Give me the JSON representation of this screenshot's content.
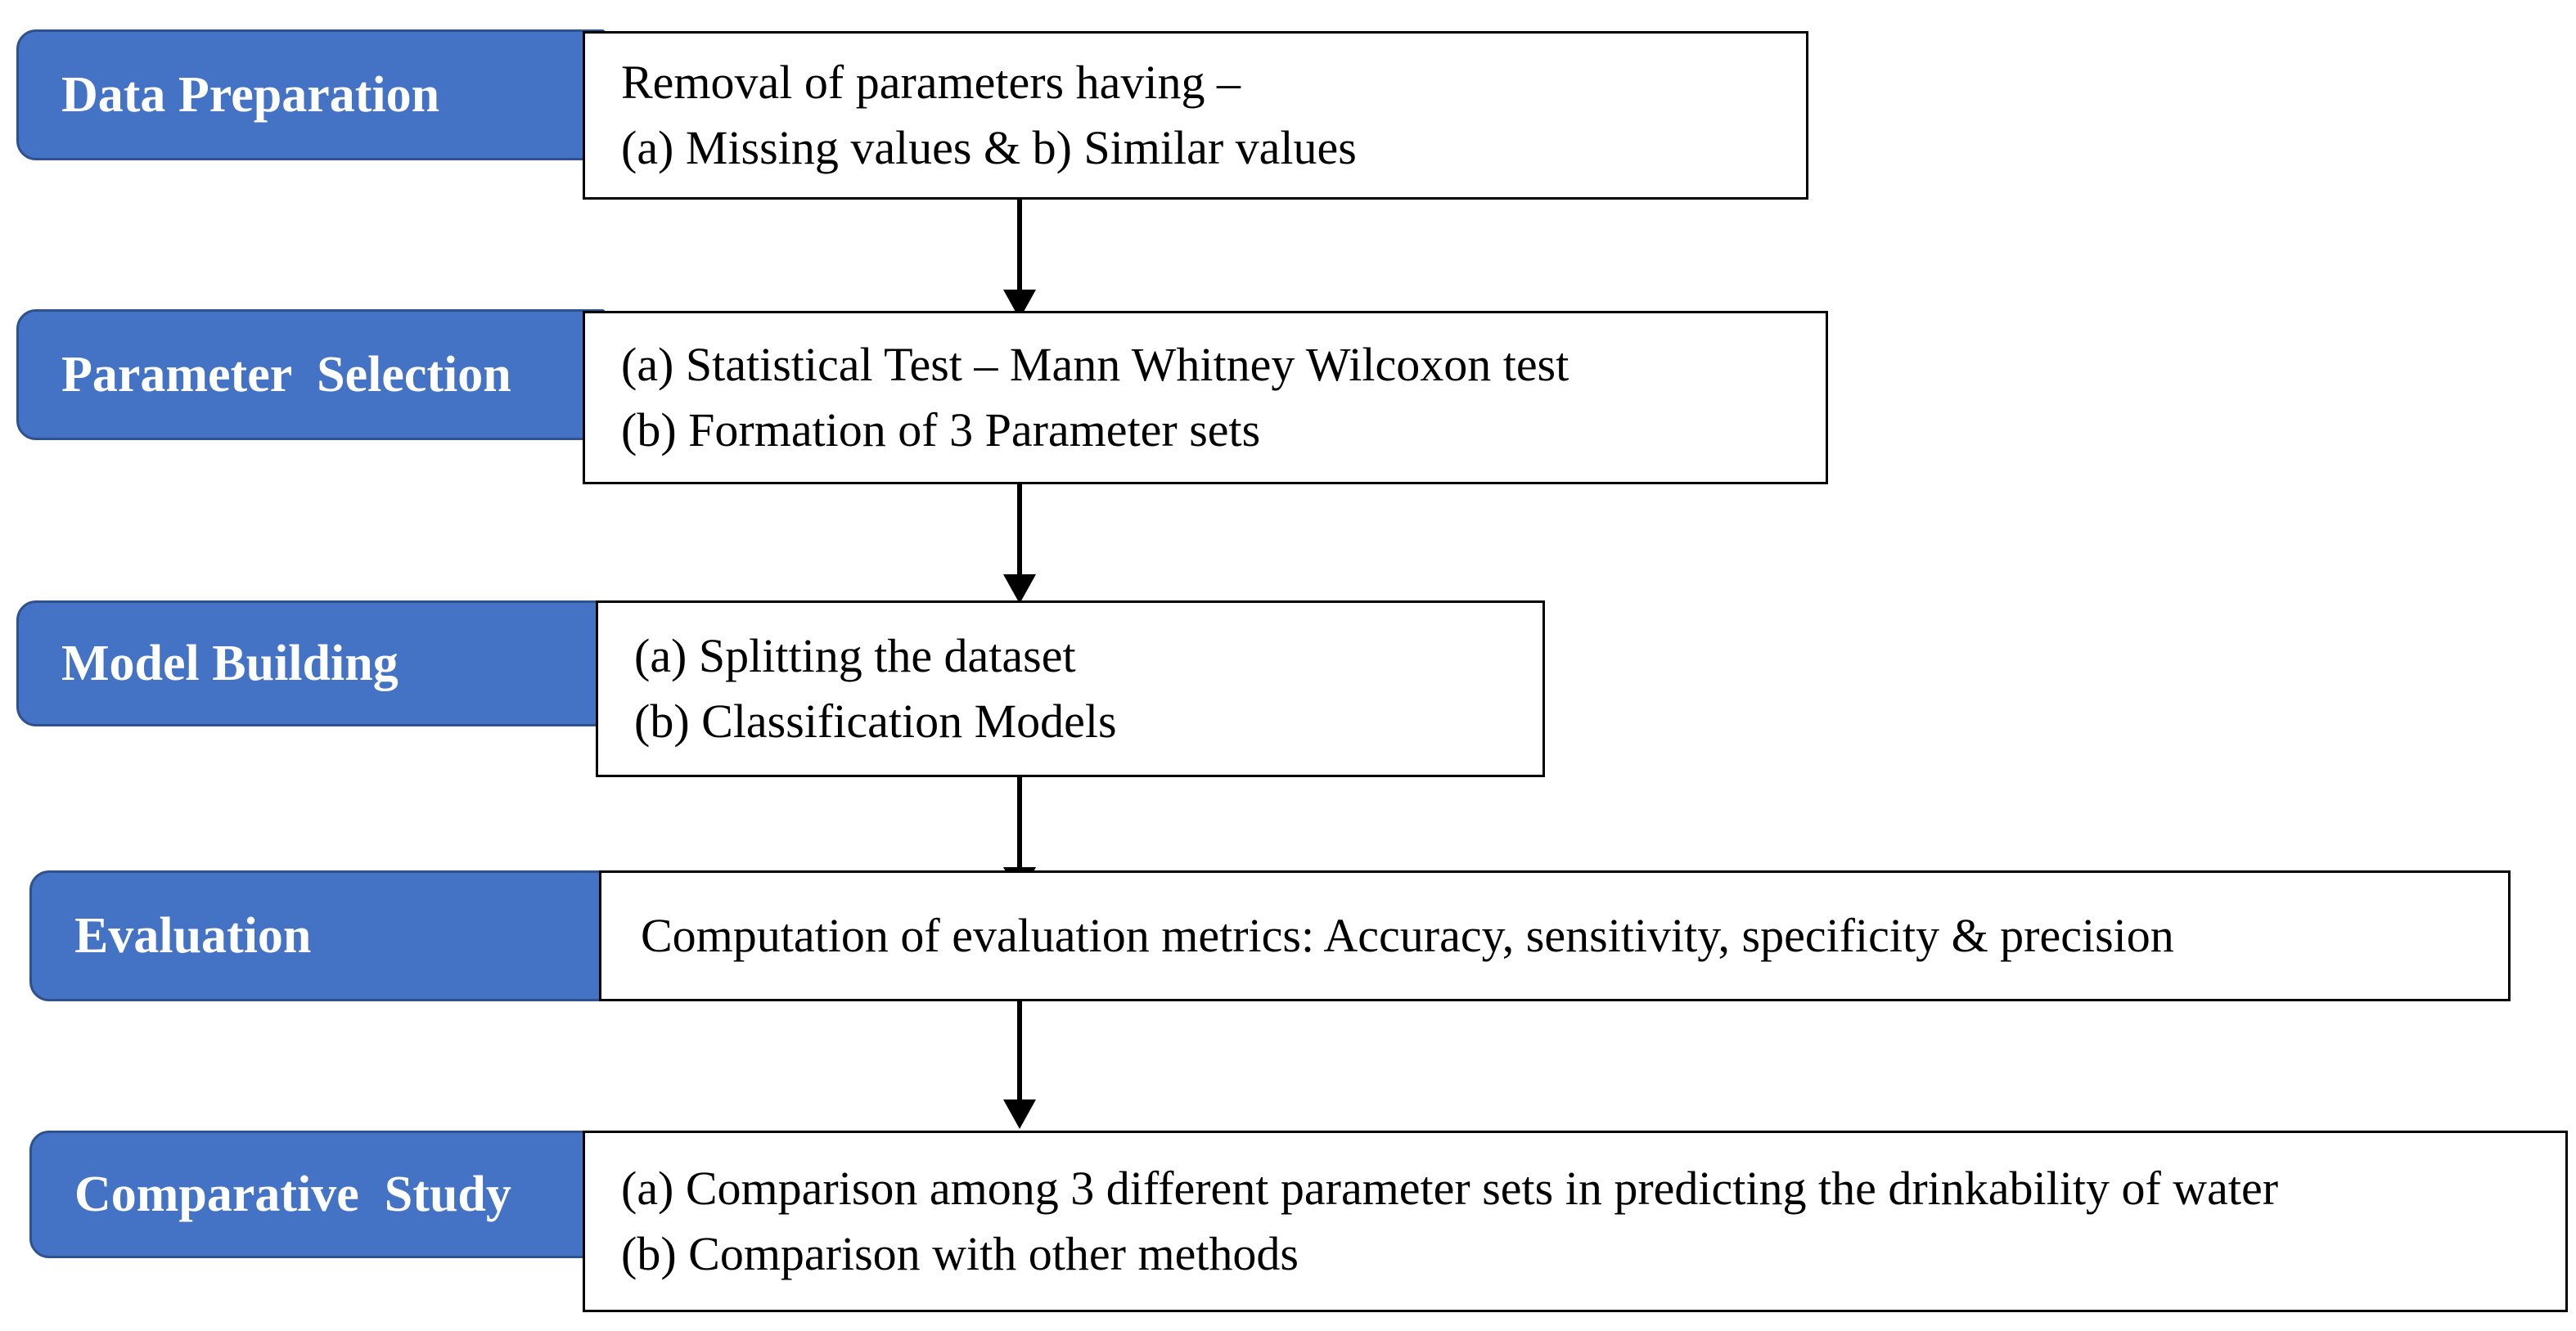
{
  "stages": [
    {
      "label": "Data Preparation",
      "lines": [
        "Removal of parameters having –",
        "(a) Missing values & b) Similar values"
      ]
    },
    {
      "label": "Parameter  Selection",
      "lines": [
        "(a) Statistical Test – Mann Whitney Wilcoxon test",
        "(b) Formation of 3 Parameter sets"
      ]
    },
    {
      "label": "Model Building",
      "lines": [
        "(a) Splitting the dataset",
        "(b) Classification Models"
      ]
    },
    {
      "label": "Evaluation",
      "lines": [
        "Computation of evaluation metrics: Accuracy, sensitivity, specificity & precision"
      ]
    },
    {
      "label": "Comparative  Study",
      "lines": [
        "(a) Comparison among 3 different parameter sets in predicting the drinkability of water",
        "(b) Comparison with other methods"
      ]
    }
  ],
  "colors": {
    "label_fill": "#4472c4",
    "label_border": "#2f528f",
    "label_text": "#ffffff",
    "box_border": "#000000",
    "arrow": "#000000"
  }
}
